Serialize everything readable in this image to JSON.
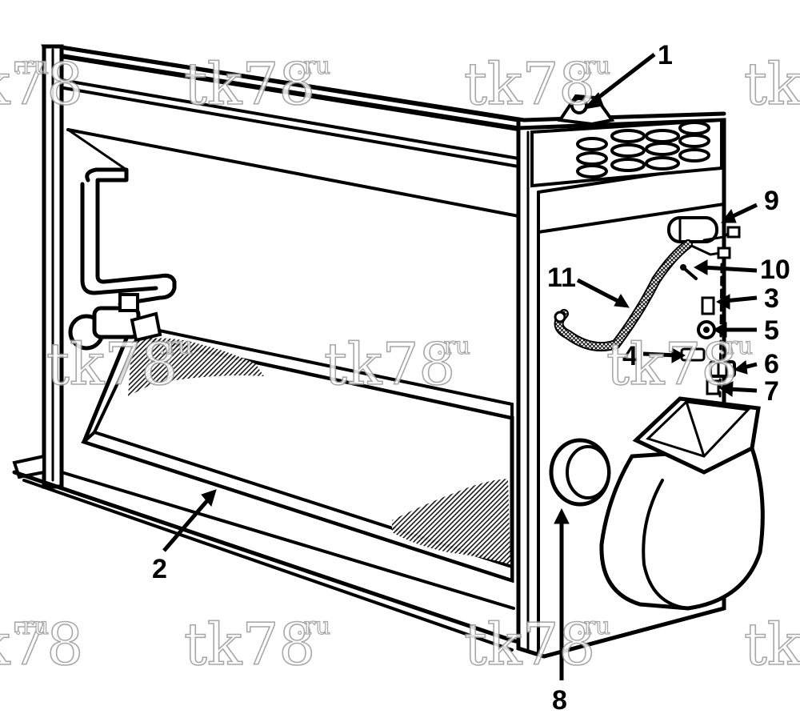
{
  "callouts": {
    "c1": "1",
    "c2": "2",
    "c3": "3",
    "c4": "4",
    "c5": "5",
    "c6": "6",
    "c7": "7",
    "c8": "8",
    "c9": "9",
    "c10": "10",
    "c11": "11"
  },
  "watermark": {
    "text": "tk78",
    "suffix": ".ru"
  }
}
